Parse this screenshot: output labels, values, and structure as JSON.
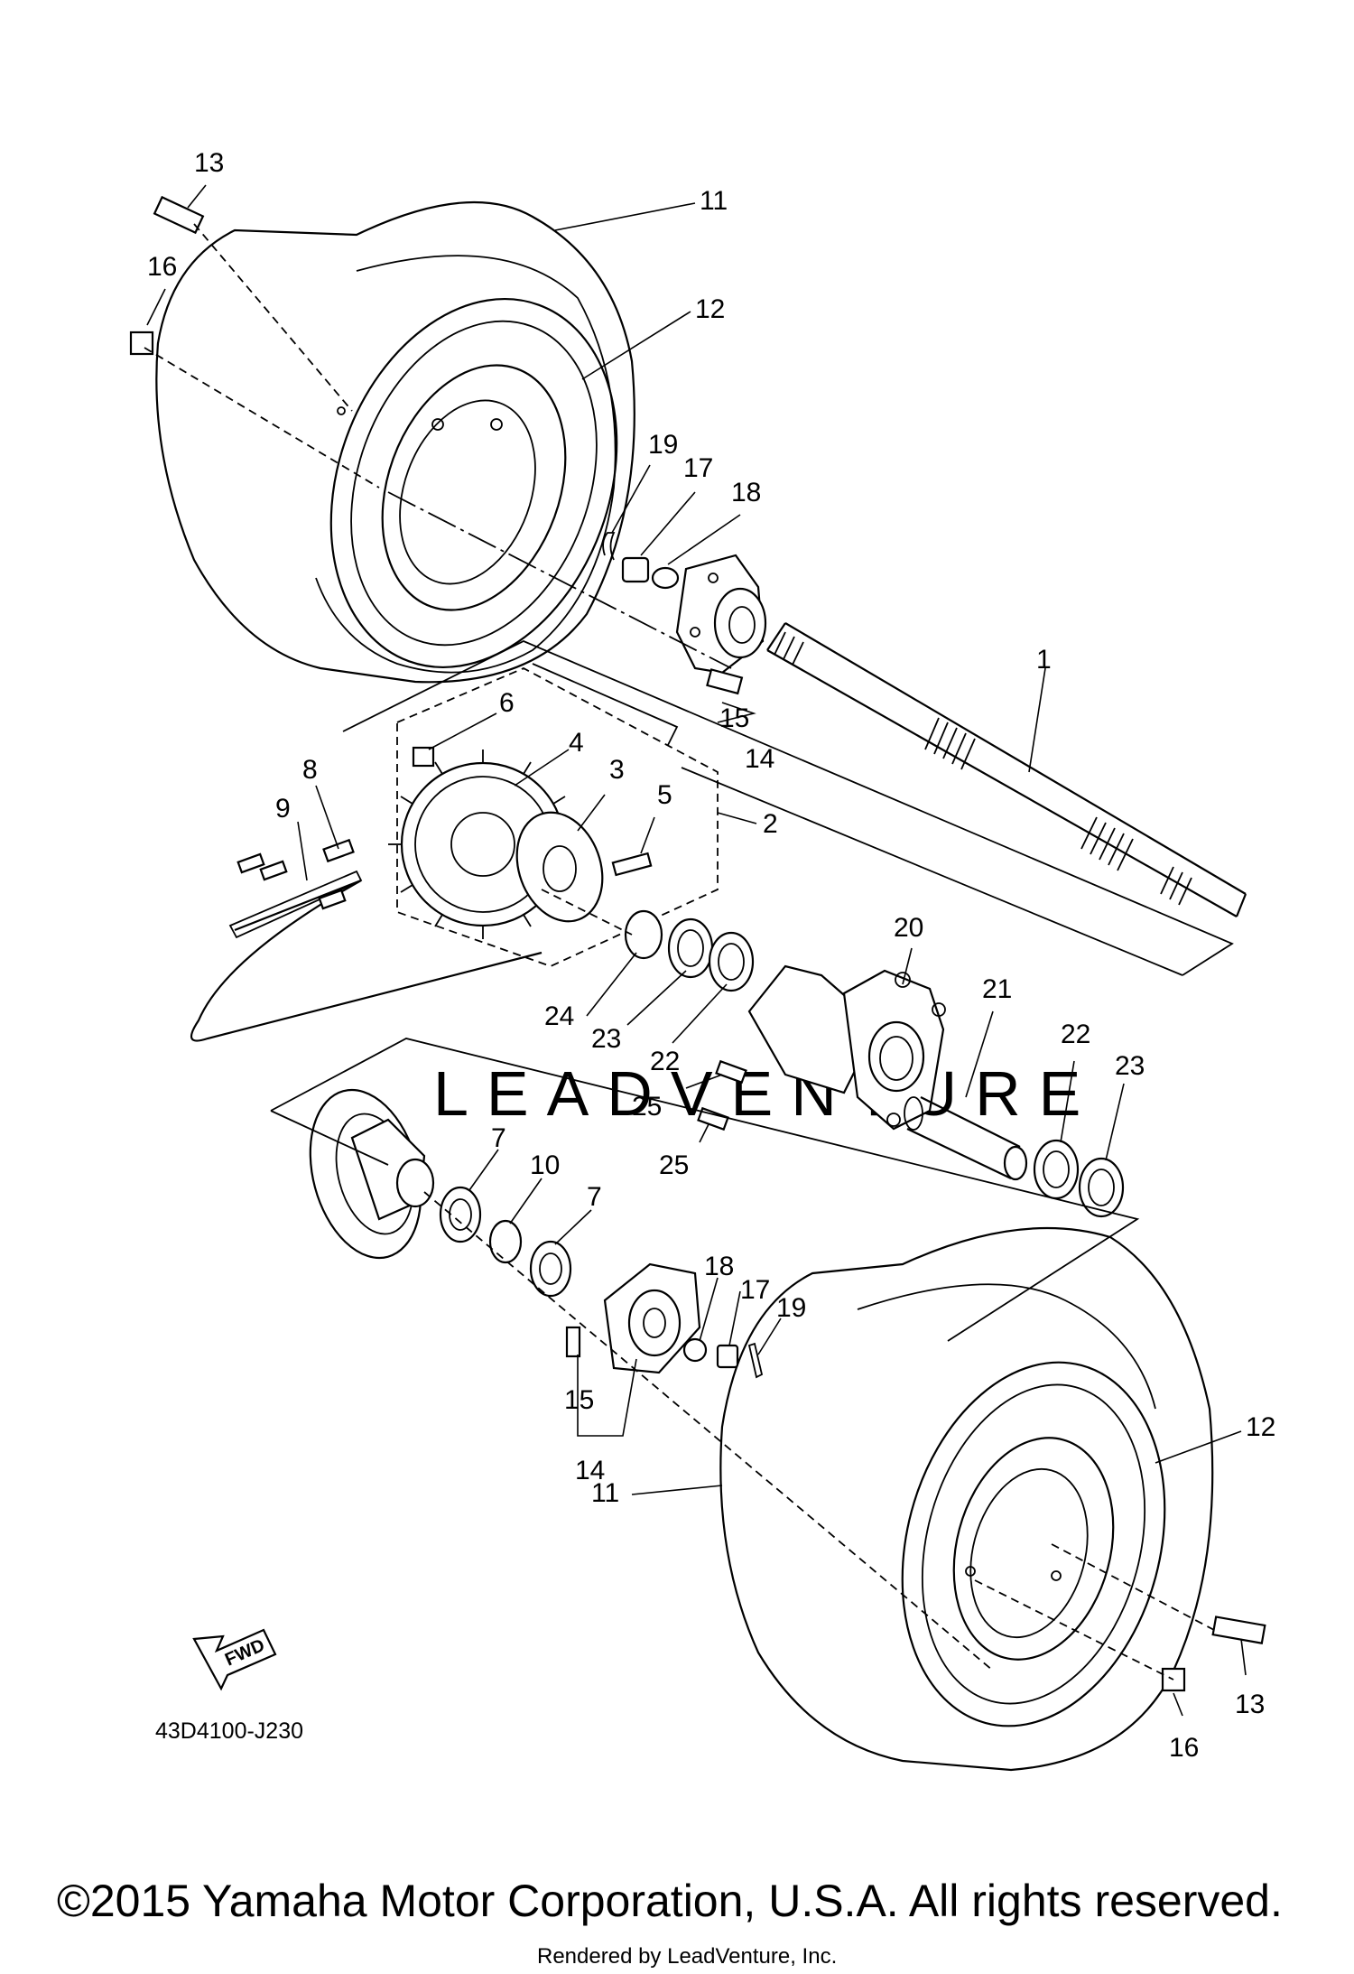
{
  "diagram": {
    "drawing_code": "43D4100-J230",
    "copyright": "©2015 Yamaha Motor Corporation, U.S.A. All rights reserved.",
    "rendered_by": "Rendered by LeadVenture, Inc.",
    "watermark": "LEADVENTURE",
    "fwd_label": "FWD",
    "callouts": {
      "c1": "1",
      "c2": "2",
      "c3": "3",
      "c4": "4",
      "c5": "5",
      "c6": "6",
      "c7a": "7",
      "c7b": "7",
      "c8": "8",
      "c9": "9",
      "c10": "10",
      "c11a": "11",
      "c11b": "11",
      "c12a": "12",
      "c12b": "12",
      "c13a": "13",
      "c13b": "13",
      "c14a": "14",
      "c14b": "14",
      "c15a": "15",
      "c15b": "15",
      "c16a": "16",
      "c16b": "16",
      "c17a": "17",
      "c17b": "17",
      "c18a": "18",
      "c18b": "18",
      "c19a": "19",
      "c19b": "19",
      "c20": "20",
      "c21": "21",
      "c22a": "22",
      "c22b": "22",
      "c23a": "23",
      "c23b": "23",
      "c24": "24",
      "c25a": "25",
      "c25b": "25"
    }
  }
}
